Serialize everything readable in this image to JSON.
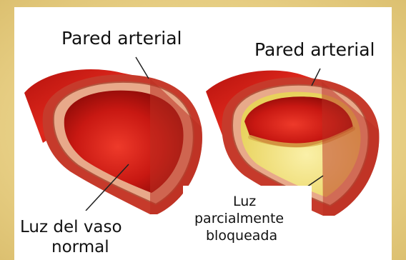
{
  "diagram": {
    "left": {
      "wall_label": "Pared arterial",
      "lumen_label_line1": "Luz del vaso",
      "lumen_label_line2": "normal"
    },
    "right": {
      "wall_label": "Pared arterial",
      "lumen_label_line1": "Luz",
      "lumen_label_line2": "parcialmente",
      "lumen_label_line3": "bloqueada"
    }
  },
  "colors": {
    "border": "#e6cd82",
    "blood_dark": "#a8100c",
    "blood": "#d8221a",
    "wall": "#c8392a",
    "plaque": "#f3e58a"
  }
}
